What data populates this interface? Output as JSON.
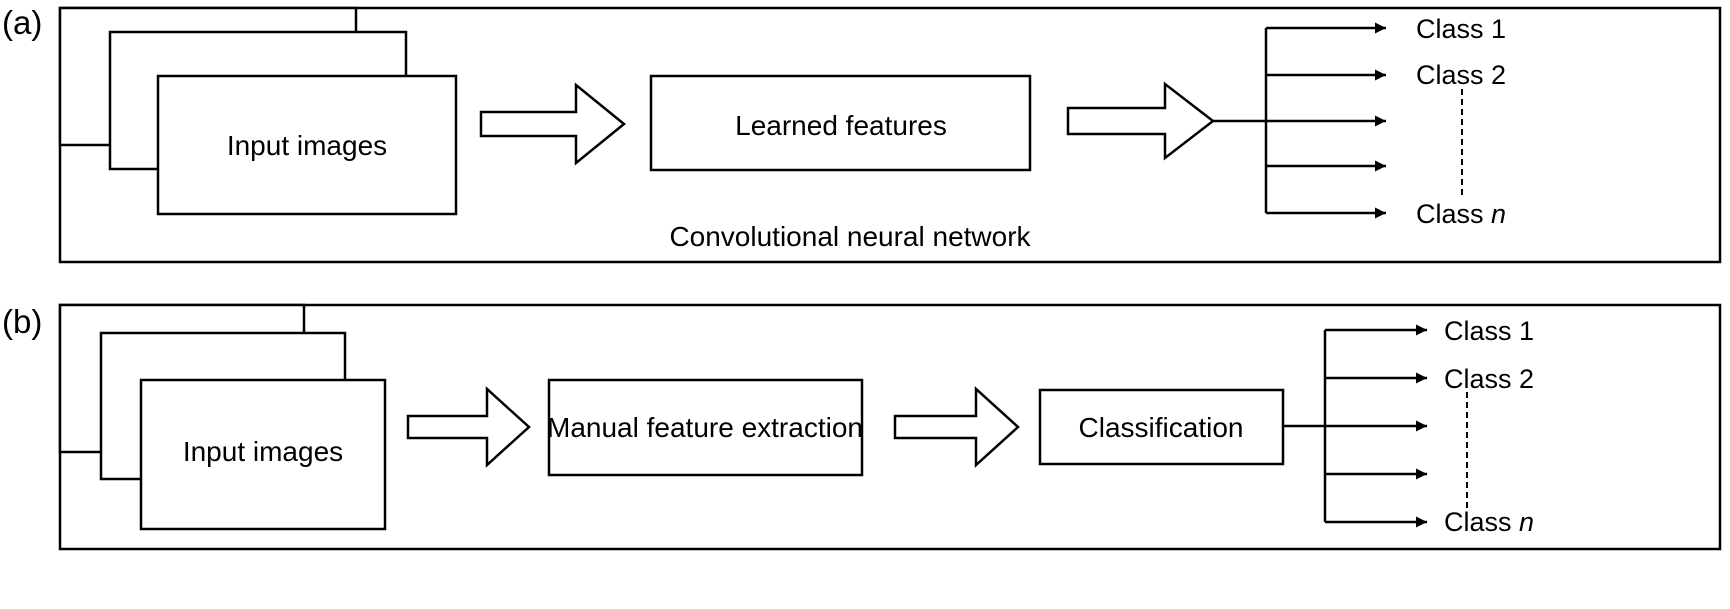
{
  "panel_a": {
    "tag": "(a)",
    "input_label": "Input images",
    "feature_label": "Learned features",
    "network_label": "Convolutional neural network",
    "classes": [
      "Class 1",
      "Class 2",
      "Class"
    ],
    "class_n_var": "n"
  },
  "panel_b": {
    "tag": "(b)",
    "input_label": "Input images",
    "feature_label": "Manual feature extraction",
    "classifier_label": "Classification",
    "classes": [
      "Class 1",
      "Class 2",
      "Class"
    ],
    "class_n_var": "n"
  }
}
